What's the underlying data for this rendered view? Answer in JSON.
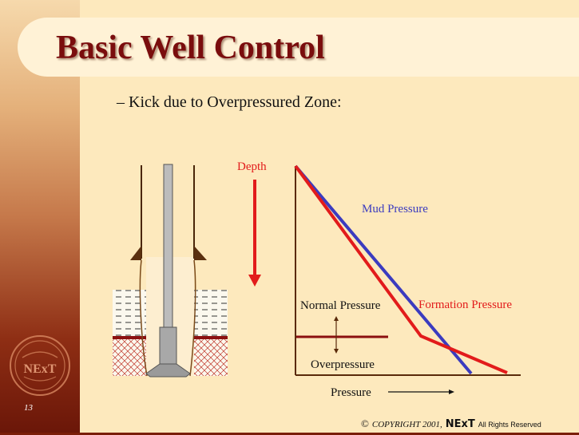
{
  "title": "Basic Well Control",
  "bullet": "–  Kick due to Overpressured Zone:",
  "page_number": "13",
  "footer": {
    "symbol": "©",
    "copyright": "COPYRIGHT 2001,",
    "brand": "NExT",
    "rights": "All Rights Reserved"
  },
  "logo_text": "NExT",
  "diagram": {
    "depth_label": "Depth",
    "pressure_label": "Pressure",
    "mud_pressure_label": "Mud Pressure",
    "formation_pressure_label": "Formation Pressure",
    "normal_pressure_label": "Normal Pressure",
    "overpressure_label": "Overpressure"
  },
  "colors": {
    "title": "#7a0d0d",
    "mud_pressure": "#3b3bbf",
    "formation_pressure": "#e21b1b",
    "axis": "#5a2a0a",
    "zone_boundary": "#8b1010"
  }
}
